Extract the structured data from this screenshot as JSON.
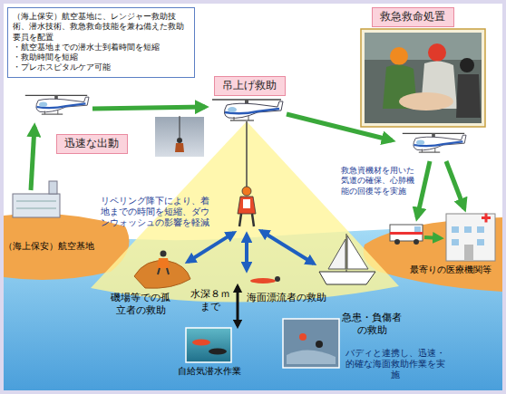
{
  "diagram": {
    "nodes": [
      {
        "text": [
          "（海上保安）航空基地に、レンジャー救助技術、潜水技術、救急救命技能を兼ね備えた救助要員を配置",
          "・航空基地までの潜水士到着時間を短縮",
          "・救助時間を短縮",
          "・プレホスピタルケア可能"
        ]
      },
      {
        "text": [
          "迅速な出動"
        ]
      },
      {
        "text": [
          "吊上げ救助"
        ]
      },
      {
        "text": [
          "救急救命処置"
        ]
      }
    ],
    "labels": [
      "（海上保安）航空基地",
      "リペリング降下により、着地までの時間を短縮、ダウンウォッシュの影響を軽減",
      "救急資機材を用いた気道の確保、心肺機能の回復等を実施",
      "磯場等での孤立者の救助",
      "水深８ｍまで",
      "海面漂流者の救助",
      "急患・負傷者の救助",
      "最寄りの医療機関等",
      "自給気潜水作業",
      "バディと連携し、迅速・的確な海面救助作業を実施"
    ]
  }
}
